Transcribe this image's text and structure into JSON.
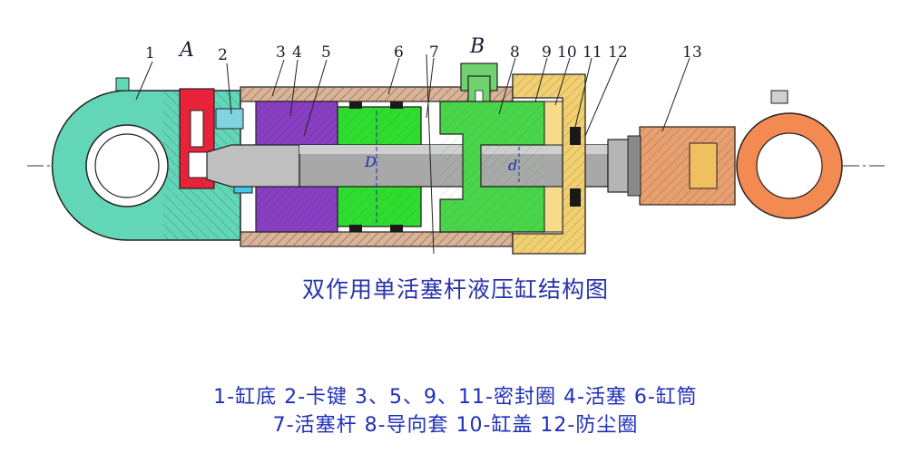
{
  "title": "双作用单活塞杆液压缸结构图",
  "callouts": [
    "1",
    "2",
    "3",
    "4",
    "5",
    "6",
    "7",
    "8",
    "9",
    "10",
    "11",
    "12",
    "13"
  ],
  "port_labels": [
    "A",
    "B"
  ],
  "dimension_labels": [
    "D",
    "d"
  ],
  "legend": {
    "line1": "1-缸底 2-卡键 3、5、9、11-密封圈 4-活塞 6-缸筒",
    "line2": "7-活塞杆 8-导向套 10-缸盖 12-防尘圈"
  },
  "colors": {
    "cylinder_bottom": "#63d6b8",
    "snap_key": "#e8223a",
    "seals": "#8a3fc2",
    "piston": "#2fdc2f",
    "cylinder_tube": "#c99b80",
    "rod": "#9a9a9a",
    "guide": "#49d449",
    "cap": "#f0d070",
    "rod_end": "#f28a52",
    "text": "#2733a8"
  }
}
